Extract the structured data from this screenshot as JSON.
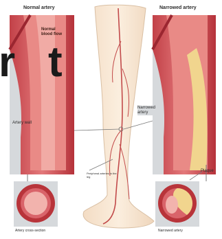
{
  "titles": {
    "left": "Normal artery",
    "right": "Narrowed artery"
  },
  "labels": {
    "normal_blood_flow": "Normal blood flow",
    "artery_wall": "Artery wall",
    "narrowed_artery": "Narrowed artery",
    "plaque": "Plaque",
    "cross_left": "Artery cross-section",
    "cross_right": "Narrowed artery",
    "leg_caption": "Peripheral arteries in the leg"
  },
  "overlay_glyphs": {
    "left": "r",
    "right": "t"
  },
  "colors": {
    "artery_dark": "#b8343a",
    "artery_mid": "#d9646a",
    "artery_light": "#f0a7a4",
    "lumen": "#e98a86",
    "plaque": "#f1d58e",
    "panel_bg": "#d6d9dc",
    "leg_skin": "#f6e3cf",
    "vessel": "#c24a4a"
  }
}
